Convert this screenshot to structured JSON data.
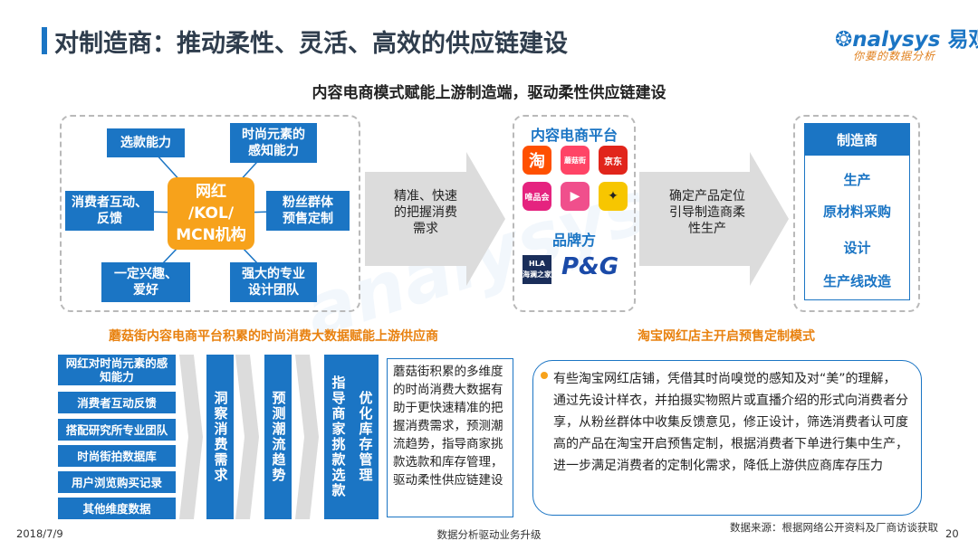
{
  "header": {
    "title": "对制造商：推动柔性、灵活、高效的供应链建设",
    "logo_text": "nalysys",
    "logo_prefix": "❂",
    "logo_cn": "易观",
    "logo_tagline": "你要的数据分析"
  },
  "subtitle": "内容电商模式赋能上游制造端，驱动柔性供应链建设",
  "left_cluster": {
    "center": "网红\n/KOL/\nMCN机构",
    "items": [
      "选款能力",
      "时尚元素的\n感知能力",
      "消费者互动、\n反馈",
      "粉丝群体\n预售定制",
      "一定兴趣、\n爱好",
      "强大的专业\n设计团队"
    ]
  },
  "arrow1_text": "精准、快速\n的把握消费\n需求",
  "platform": {
    "title": "内容电商平台",
    "apps": [
      {
        "label": "淘",
        "color": "#ff5000"
      },
      {
        "label": "蘑菇街",
        "color": "#ff4466"
      },
      {
        "label": "京东",
        "color": "#e1251b"
      },
      {
        "label": "唯品会",
        "color": "#e5237f"
      },
      {
        "label": "▶",
        "color": "#f04f8c"
      },
      {
        "label": "✦",
        "color": "#f7c600"
      }
    ],
    "brand_title": "品牌方",
    "brands": [
      "HLA\n海澜之家",
      "P&G"
    ]
  },
  "arrow2_text": "确定产品定位\n引导制造商柔\n性生产",
  "manufacturer": {
    "head": "制造商",
    "items": [
      "生产",
      "原材料采购",
      "设计",
      "生产线改造"
    ]
  },
  "bottom_left_caption": "蘑菇街内容电商平台积累的时尚消费大数据赋能上游供应商",
  "bottom_right_caption": "淘宝网红店主开启预售定制模式",
  "data_sources": [
    "网红对时尚元素的感\n知能力",
    "消费者互动反馈",
    "搭配研究所专业团队",
    "时尚街拍数据库",
    "用户浏览购买记录",
    "其他维度数据"
  ],
  "process_columns": [
    "洞察消费需求",
    "预测潮流趋势",
    "指导商家挑款选款",
    "优化库存管理"
  ],
  "mogujie_desc": "蘑菇街积累的多维度的时尚消费大数据有助于更快速精准的把握消费需求，预测潮流趋势，指导商家挑款选款和库存管理，驱动柔性供应链建设",
  "taobao_desc": "有些淘宝网红店铺，凭借其时尚嗅觉的感知及对“美”的理解，通过先设计样衣，并拍摄实物照片或直播介绍的形式向消费者分享，从粉丝群体中收集反馈意见，修正设计，筛选消费者认可度高的产品在淘宝开启预售定制，根据消费者下单进行集中生产，进一步满足消费者的定制化需求，降低上游供应商库存压力",
  "footer": {
    "date": "2018/7/9",
    "center": "数据分析驱动业务升级",
    "source": "数据来源：根据网络公开资料及厂商访谈获取",
    "page": "20"
  },
  "colors": {
    "brand_blue": "#1b75c4",
    "accent_orange": "#f7a21b",
    "caption_orange": "#e8810f"
  }
}
